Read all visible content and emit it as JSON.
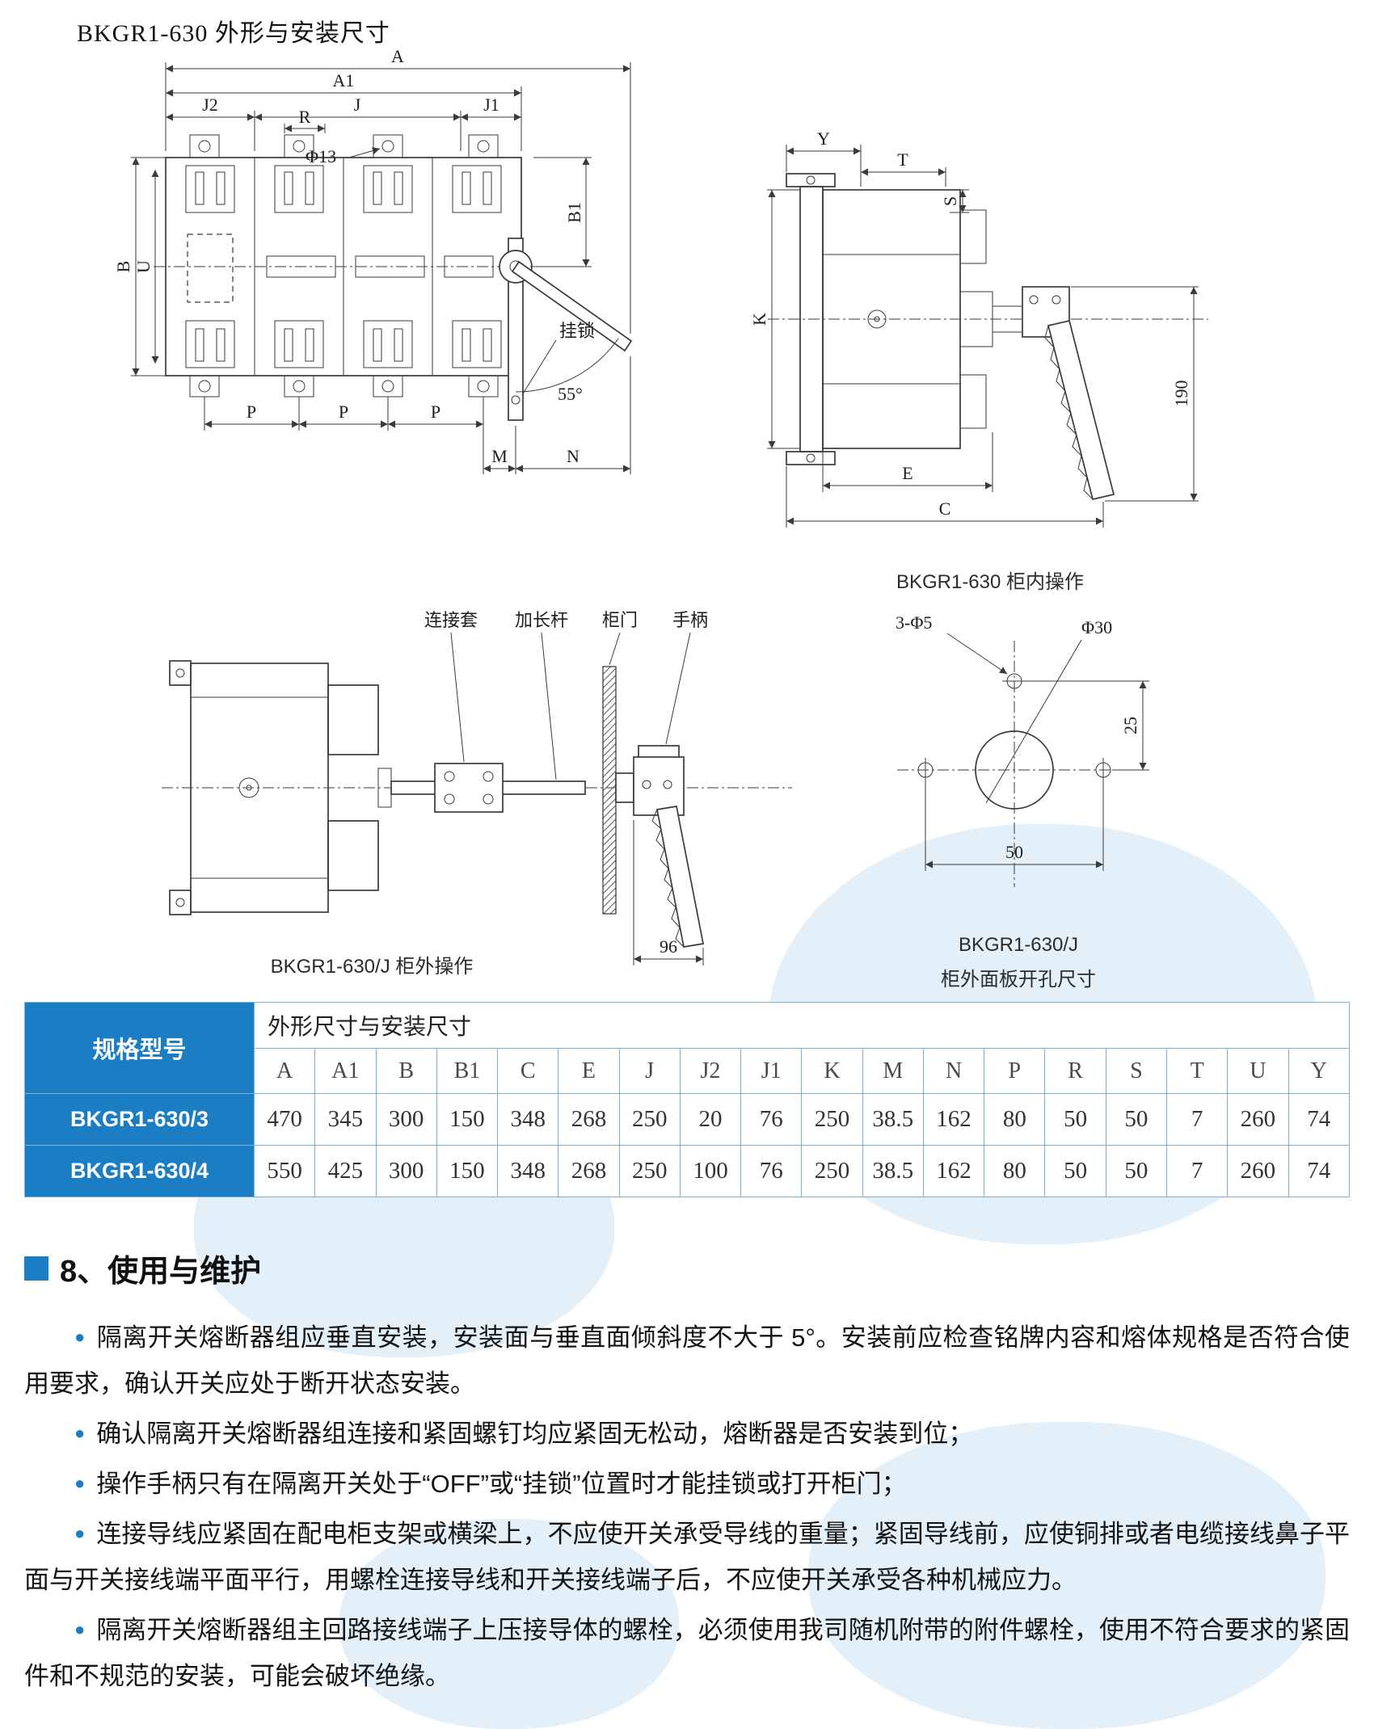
{
  "page": {
    "title": "BKGR1-630 外形与安装尺寸"
  },
  "drawings": {
    "front_view": {
      "labels": {
        "A": "A",
        "A1": "A1",
        "J2": "J2",
        "J": "J",
        "J1": "J1",
        "R": "R",
        "phi13": "Φ13",
        "B": "B",
        "U": "U",
        "B1": "B1",
        "P": "P",
        "M": "M",
        "N": "N",
        "padlock": "挂锁",
        "angle": "55°"
      }
    },
    "cabinet_view": {
      "labels": {
        "Y": "Y",
        "T": "T",
        "S": "S",
        "K": "K",
        "E": "E",
        "C": "C",
        "len190": "190"
      },
      "caption": "BKGR1-630 柜内操作"
    },
    "external_view": {
      "labels": {
        "sleeve": "连接套",
        "rod": "加长杆",
        "door": "柜门",
        "handle": "手柄",
        "len96": "96"
      },
      "caption": "BKGR1-630/J 柜外操作"
    },
    "panel_cutout": {
      "labels": {
        "holes": "3-Φ5",
        "phi30": "Φ30",
        "len25": "25",
        "len50": "50"
      },
      "caption_line1": "BKGR1-630/J",
      "caption_line2": "柜外面板开孔尺寸"
    }
  },
  "table": {
    "spec_header": "规格型号",
    "dim_header": "外形尺寸与安装尺寸",
    "columns": [
      "A",
      "A1",
      "B",
      "B1",
      "C",
      "E",
      "J",
      "J2",
      "J1",
      "K",
      "M",
      "N",
      "P",
      "R",
      "S",
      "T",
      "U",
      "Y"
    ],
    "rows": [
      {
        "model": "BKGR1-630/3",
        "values": [
          "470",
          "345",
          "300",
          "150",
          "348",
          "268",
          "250",
          "20",
          "76",
          "250",
          "38.5",
          "162",
          "80",
          "50",
          "50",
          "7",
          "260",
          "74"
        ]
      },
      {
        "model": "BKGR1-630/4",
        "values": [
          "550",
          "425",
          "300",
          "150",
          "348",
          "268",
          "250",
          "100",
          "76",
          "250",
          "38.5",
          "162",
          "80",
          "50",
          "50",
          "7",
          "260",
          "74"
        ]
      }
    ]
  },
  "section": {
    "heading": "8、使用与维护",
    "bullets": [
      "隔离开关熔断器组应垂直安装，安装面与垂直面倾斜度不大于 5°。安装前应检查铭牌内容和熔体规格是否符合使用要求，确认开关应处于断开状态安装。",
      "确认隔离开关熔断器组连接和紧固螺钉均应紧固无松动，熔断器是否安装到位；",
      "操作手柄只有在隔离开关处于“OFF”或“挂锁”位置时才能挂锁或打开柜门；",
      "连接导线应紧固在配电柜支架或横梁上，不应使开关承受导线的重量；紧固导线前，应使铜排或者电缆接线鼻子平面与开关接线端平面平行，用螺栓连接导线和开关接线端子后，不应使开关承受各种机械应力。",
      "隔离开关熔断器组主回路接线端子上压接导体的螺栓，必须使用我司随机附带的附件螺栓，使用不符合要求的紧固件和不规范的安装，可能会破坏绝缘。"
    ]
  },
  "colors": {
    "accent_blue": "#1b7ec5",
    "border_blue": "#7ab0d8",
    "wash_blue": "#e3f0fa"
  }
}
